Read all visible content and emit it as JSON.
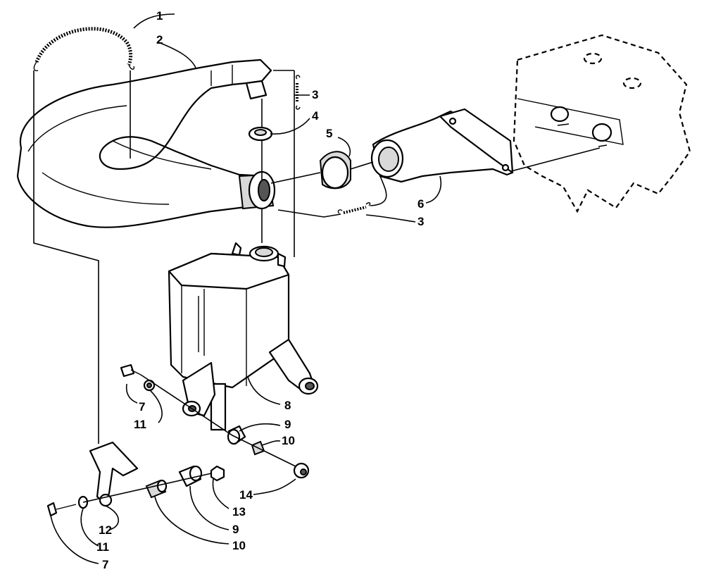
{
  "callouts": {
    "c1": "1",
    "c2": "2",
    "c3a": "3",
    "c4": "4",
    "c5": "5",
    "c6": "6",
    "c3b": "3",
    "c7a": "7",
    "c11a": "11",
    "c8": "8",
    "c9a": "9",
    "c10a": "10",
    "c14": "14",
    "c13": "13",
    "c9b": "9",
    "c10b": "10",
    "c12": "12",
    "c11b": "11",
    "c7b": "7"
  }
}
